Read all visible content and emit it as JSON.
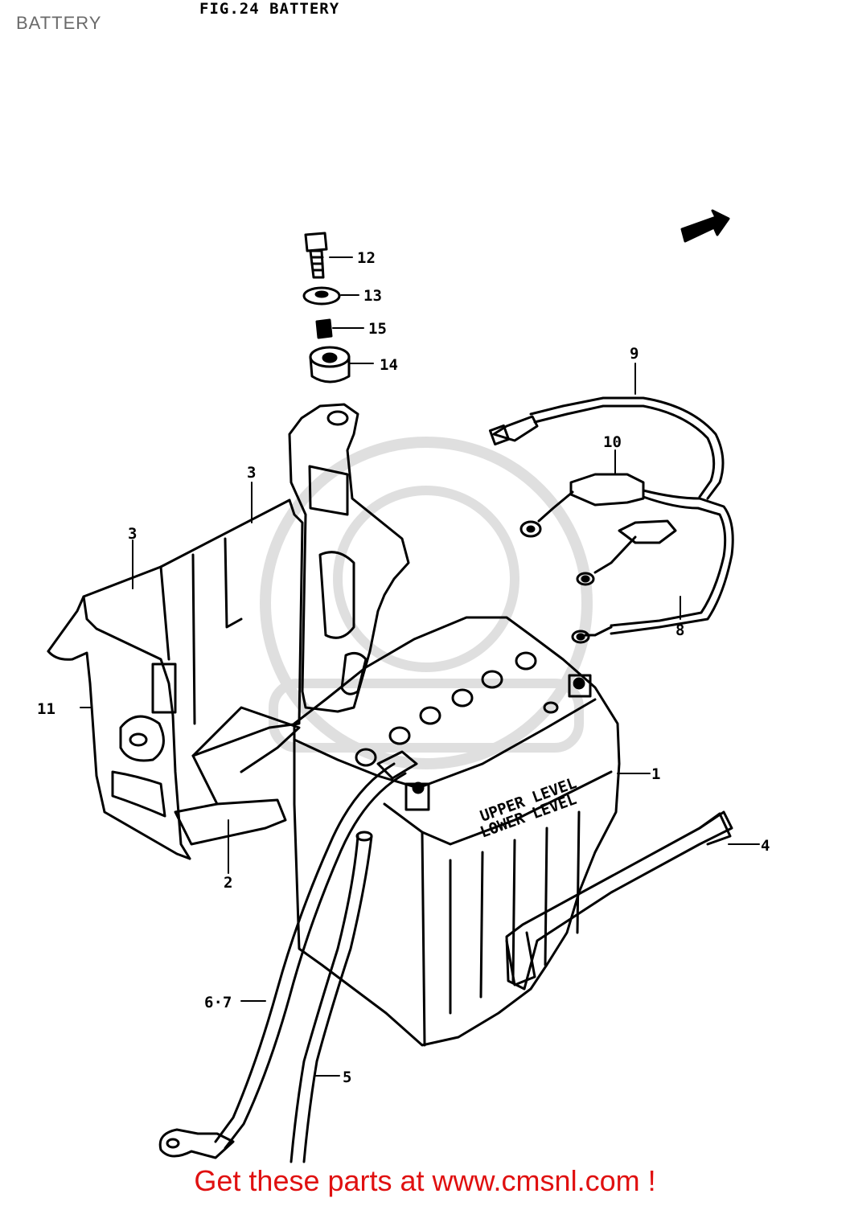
{
  "header": {
    "label": "BATTERY",
    "figure_title": "FIG.24  BATTERY"
  },
  "callouts": {
    "c1": "1",
    "c2": "2",
    "c3a": "3",
    "c3b": "3",
    "c4": "4",
    "c5": "5",
    "c67": "6·7",
    "c8": "8",
    "c9": "9",
    "c10": "10",
    "c11": "11",
    "c12": "12",
    "c13": "13",
    "c14": "14",
    "c15": "15"
  },
  "battery_text": {
    "upper_level": "UPPER LEVEL",
    "lower_level": "LOWER LEVEL"
  },
  "footer": {
    "link_text": "Get these parts at www.cmsnl.com !"
  },
  "colors": {
    "line": "#000000",
    "footer_link": "#e01010",
    "label": "#6a6a6a"
  }
}
